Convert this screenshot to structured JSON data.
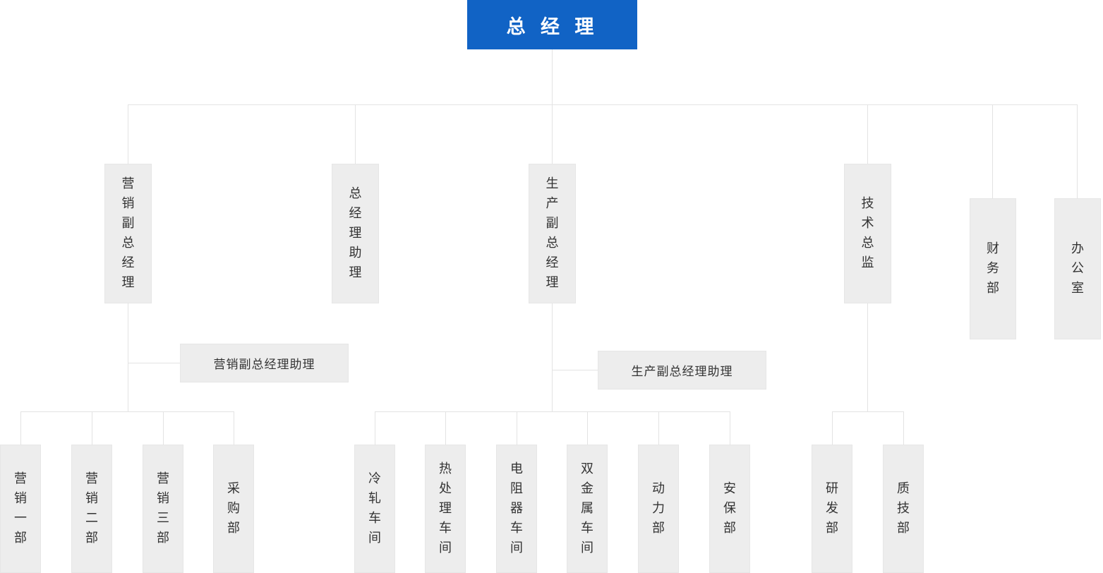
{
  "org_chart": {
    "root": {
      "label": "总 经 理"
    },
    "level2": [
      {
        "label": "营销副总经理"
      },
      {
        "label": "总经理助理"
      },
      {
        "label": "生产副总经理"
      },
      {
        "label": "技术总监"
      },
      {
        "label": "财务部"
      },
      {
        "label": "办公室"
      }
    ],
    "assistants": [
      {
        "label": "营销副总经理助理"
      },
      {
        "label": "生产副总经理助理"
      }
    ],
    "departments": [
      {
        "label": "营销一部"
      },
      {
        "label": "营销二部"
      },
      {
        "label": "营销三部"
      },
      {
        "label": "采购部"
      },
      {
        "label": "冷轧车间"
      },
      {
        "label": "热处理车间"
      },
      {
        "label": "电阻器车间"
      },
      {
        "label": "双金属车间"
      },
      {
        "label": "动力部"
      },
      {
        "label": "安保部"
      },
      {
        "label": "研发部"
      },
      {
        "label": "质技部"
      }
    ],
    "colors": {
      "root_bg": "#1163c5",
      "root_text": "#ffffff",
      "node_bg": "#ededed",
      "node_border": "#e6e6e6",
      "line": "#e3e3e3",
      "text": "#333333"
    }
  }
}
